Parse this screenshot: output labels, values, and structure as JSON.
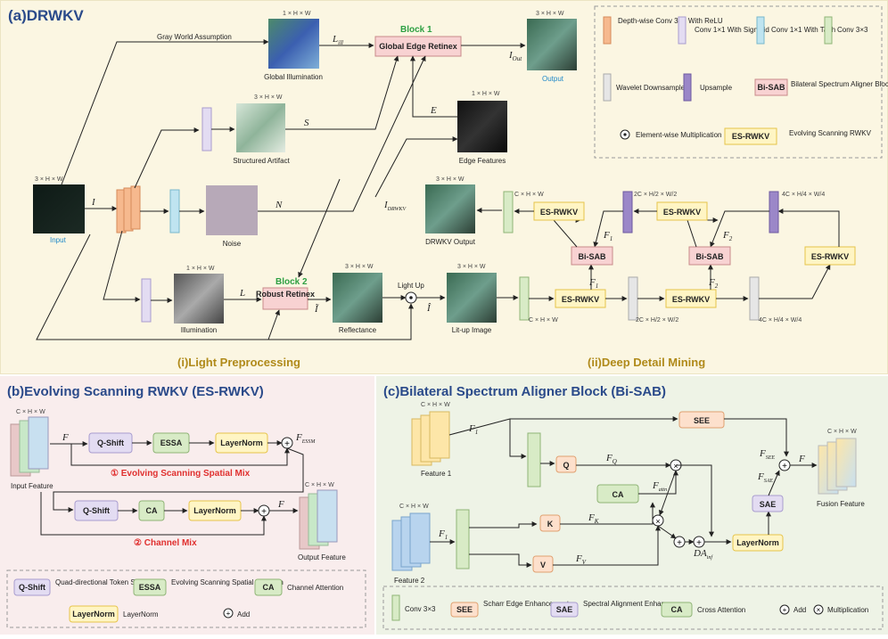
{
  "panel_a": {
    "title": "(a)DRWKV",
    "gray_world": "Gray World Assumption",
    "dims_chw": "3 × H × W",
    "dims_1hw": "1 × H × W",
    "global_illumination": "Global Illumination",
    "l_ill": "L",
    "l_ill_sub": "ill",
    "block1": "Block 1",
    "global_edge_retinex": "Global Edge Retinex",
    "i_out": "I",
    "i_out_sub": "Out",
    "output": "Output",
    "structured_artifact": "Structured Artifact",
    "s": "S",
    "e": "E",
    "edge_features": "Edge Features",
    "input": "Input",
    "i": "I",
    "n": "N",
    "noise": "Noise",
    "i_drwkv": "I",
    "i_drwkv_sub": "DRWKV",
    "drwkv_output": "DRWKV Output",
    "illumination": "Illumination",
    "l": "L",
    "block2": "Block 2",
    "robust_retinex": "Robust Retinex",
    "i_tilde": "Ĩ",
    "reflectance": "Reflectance",
    "light_up": "Light Up",
    "i_hat": "Î",
    "lit_up_image": "Lit-up Image",
    "c_hw": "C × H × W",
    "c2_hw2": "2C × H/2 × W/2",
    "c4_hw4": "4C × H/4 × W/4",
    "es_rwkv": "ES-RWKV",
    "bi_sab": "Bi-SAB",
    "f1": "F",
    "f1_sub": "1",
    "f2": "F",
    "f2_sub": "2",
    "sub_left": "(i)Light Preprocessing",
    "sub_right": "(ii)Deep Detail Mining"
  },
  "legend_a": {
    "depthwise": "Depth-wise Conv 3×3 With ReLU",
    "conv_sigmoid": "Conv 1×1 With Sigmoid",
    "conv_tanh": "Conv 1×1 With Tanh",
    "conv3": "Conv 3×3",
    "wavelet": "Wavelet Downsample",
    "upsample": "Upsample",
    "bisab_box": "Bi-SAB",
    "bisab_desc": "Bilateral Spectrum Aligner Block",
    "elem_mult": "Element-wise Multiplication",
    "esrwkv_box": "ES-RWKV",
    "esrwkv_desc": "Evolving Scanning RWKV"
  },
  "panel_b": {
    "title": "(b)Evolving Scanning RWKV (ES-RWKV)",
    "dims": "C × H × W",
    "input_feature": "Input Feature",
    "f": "F",
    "qshift": "Q-Shift",
    "essa": "ESSA",
    "layernorm": "LayerNorm",
    "f_essm": "F",
    "f_essm_sub": "ESSM",
    "mix1": "① Evolving Scanning Spatial Mix",
    "ca": "CA",
    "f_prime": "F",
    "mix2": "② Channel Mix",
    "output_feature": "Output Feature",
    "leg_qshift_desc": "Quad-directional Token Shift",
    "leg_essa_desc": "Evolving Scanning Spatial Attention",
    "leg_ca_desc": "Channel Attention",
    "leg_ln_desc": "LayerNorm",
    "leg_add": "Add"
  },
  "panel_c": {
    "title": "(c)Bilateral Spectrum Aligner Block (Bi-SAB)",
    "dims": "C × H × W",
    "feature1": "Feature 1",
    "feature2": "Feature 2",
    "f1": "F",
    "f1_sub": "1",
    "see": "SEE",
    "q": "Q",
    "fq": "F",
    "fq_sub": "Q",
    "ca": "CA",
    "fattn": "F",
    "fattn_sub": "attn",
    "k": "K",
    "fk": "F",
    "fk_sub": "K",
    "v": "V",
    "fv": "F",
    "fv_sub": "V",
    "da": "DA",
    "da_sub": "inf",
    "layernorm": "LayerNorm",
    "sae": "SAE",
    "fsee": "F",
    "fsee_sub": "SEE",
    "fsae": "F",
    "fsae_sub": "SAE",
    "f": "F",
    "fusion": "Fusion Feature",
    "leg_conv": "Conv 3×3",
    "leg_see_desc": "Scharr Edge Enhancement",
    "leg_sae_desc": "Spectral Alignment Enhancer",
    "leg_ca_desc": "Cross Attention",
    "leg_add": "Add",
    "leg_mult": "Multiplication"
  },
  "colors": {
    "block_title": "#2ea043",
    "red_text": "#e0302f",
    "blue_label": "#1e88c8",
    "esrwkv_fill": "#fff5c4",
    "bisab_fill": "#f8d2d2"
  }
}
